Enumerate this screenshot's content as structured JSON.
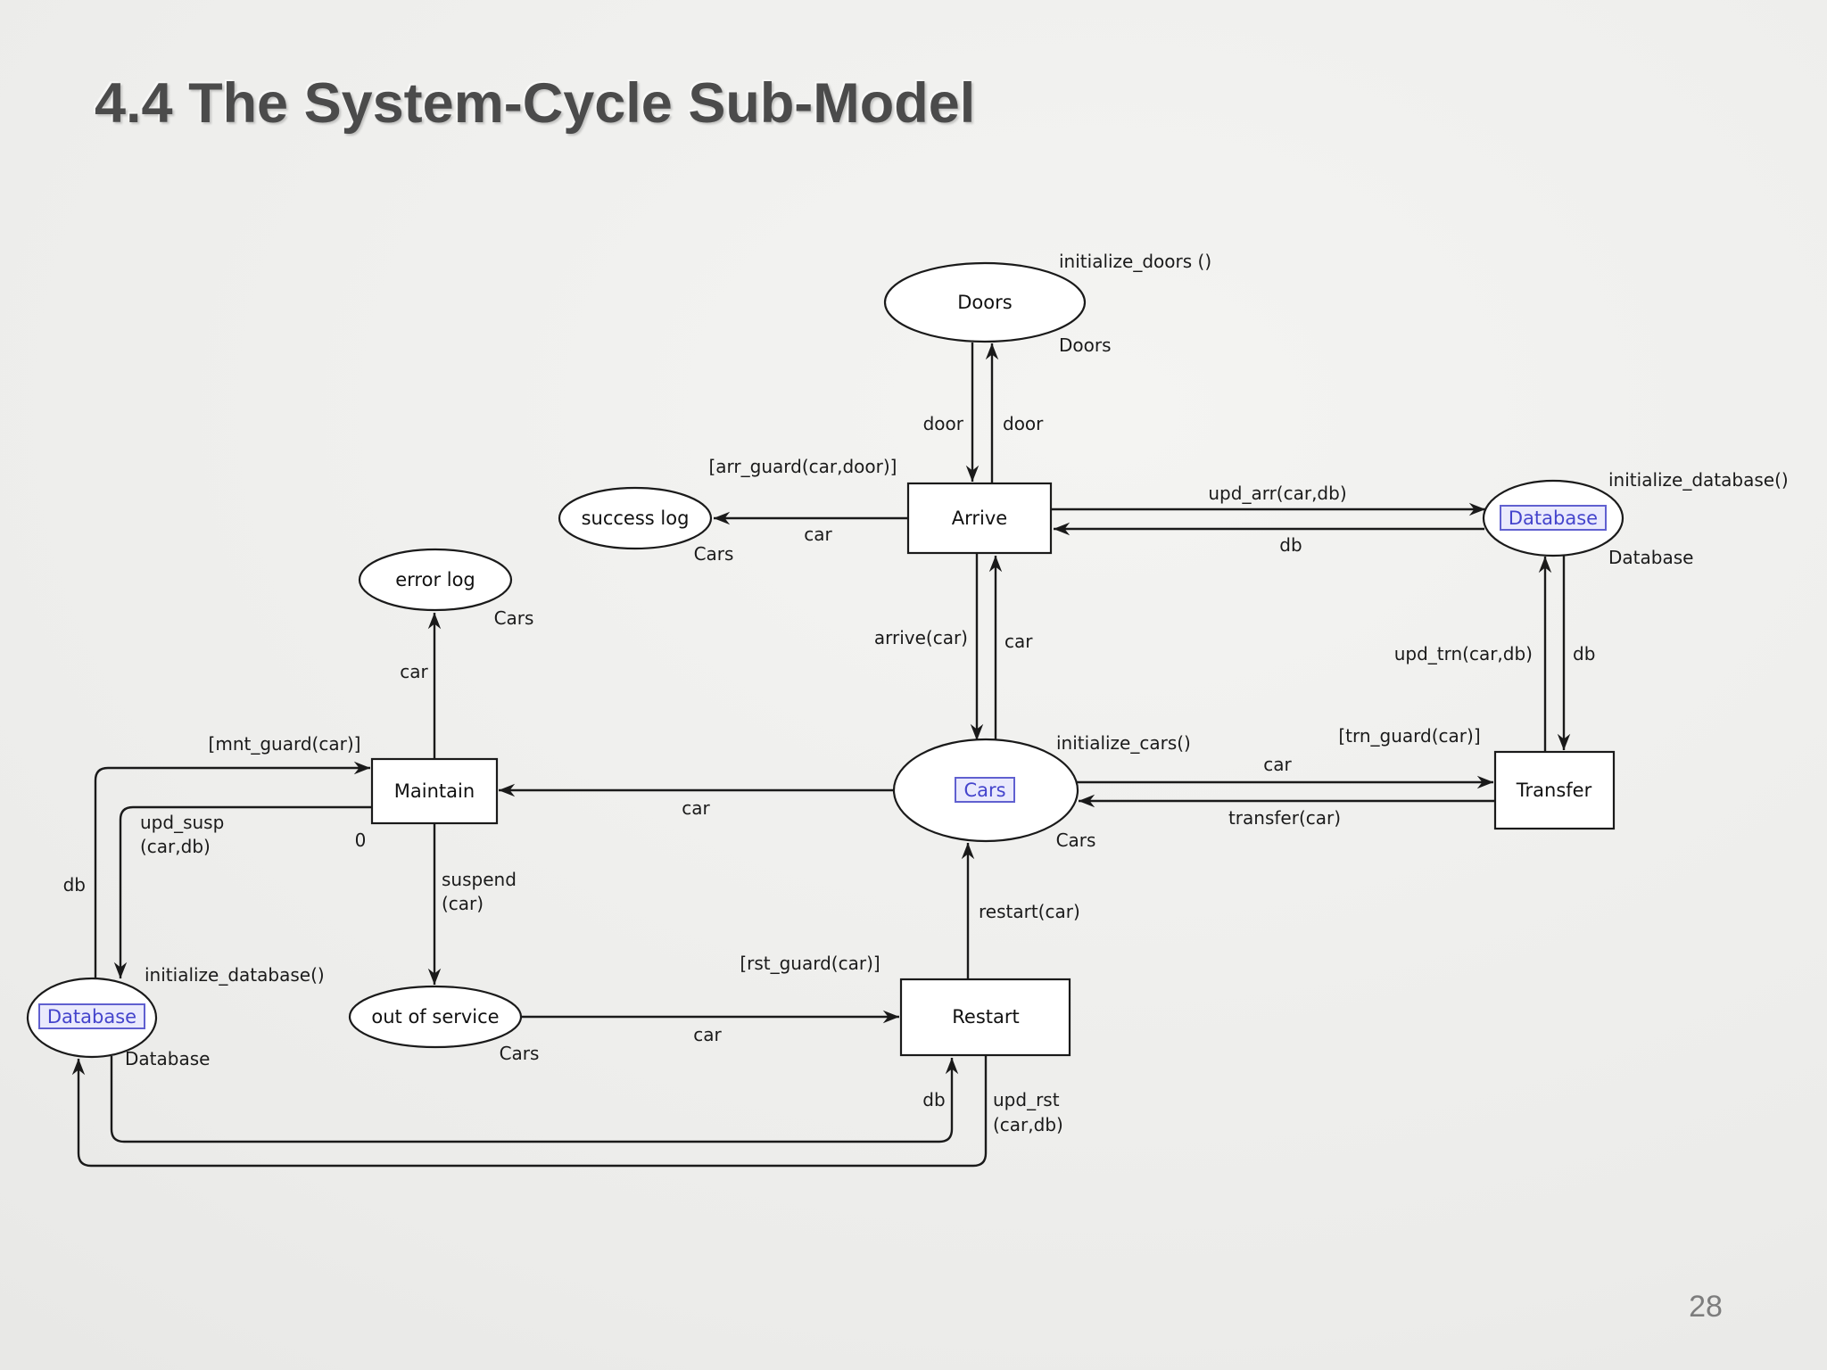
{
  "slide": {
    "title": "4.4 The System-Cycle Sub-Model",
    "page_number": "28"
  },
  "colors": {
    "background": "#ebebe9",
    "stroke": "#1a1a1a",
    "title_color": "#4b4b4b",
    "node_fill": "#ffffff",
    "fusion_fill": "#eaeafc",
    "fusion_border": "#6060d0",
    "fusion_text": "#4444cc",
    "page_number_color": "#7d7d7d"
  },
  "diagram": {
    "places": {
      "doors": {
        "label": "Doors",
        "type_tag": "Doors",
        "init_expr": "initialize_doors ()"
      },
      "success_log": {
        "label": "success log",
        "type_tag": "Cars"
      },
      "error_log": {
        "label": "error log",
        "type_tag": "Cars"
      },
      "cars": {
        "label": "Cars",
        "type_tag": "Cars",
        "init_expr": "initialize_cars()"
      },
      "database_right": {
        "label": "Database",
        "type_tag": "Database",
        "init_expr": "initialize_database()"
      },
      "out_of_service": {
        "label": "out of service",
        "type_tag": "Cars"
      },
      "database_left": {
        "label": "Database",
        "type_tag": "Database",
        "init_expr": "initialize_database()"
      }
    },
    "transitions": {
      "arrive": {
        "label": "Arrive",
        "guard": "[arr_guard(car,door)]"
      },
      "maintain": {
        "label": "Maintain",
        "guard": "[mnt_guard(car)]",
        "marking": "0"
      },
      "transfer": {
        "label": "Transfer",
        "guard": "[trn_guard(car)]"
      },
      "restart": {
        "label": "Restart",
        "guard": "[rst_guard(car)]"
      }
    },
    "arc_labels": {
      "door_out": "door",
      "door_in": "door",
      "car_to_success_log": "car",
      "upd_arr": "upd_arr(car,db)",
      "db_to_arrive": "db",
      "arrive_car": "arrive(car)",
      "car_to_arrive": "car",
      "car_to_error_log": "car",
      "car_to_maintain": "car",
      "db_to_maintain": "db",
      "upd_susp_line1": "upd_susp",
      "upd_susp_line2": "(car,db)",
      "suspend_line1": "suspend",
      "suspend_line2": "(car)",
      "car_to_transfer": "car",
      "transfer_car": "transfer(car)",
      "upd_trn": "upd_trn(car,db)",
      "db_to_transfer": "db",
      "restart_car": "restart(car)",
      "car_to_restart": "car",
      "db_to_restart": "db",
      "upd_rst_line1": "upd_rst",
      "upd_rst_line2": "(car,db)"
    }
  }
}
